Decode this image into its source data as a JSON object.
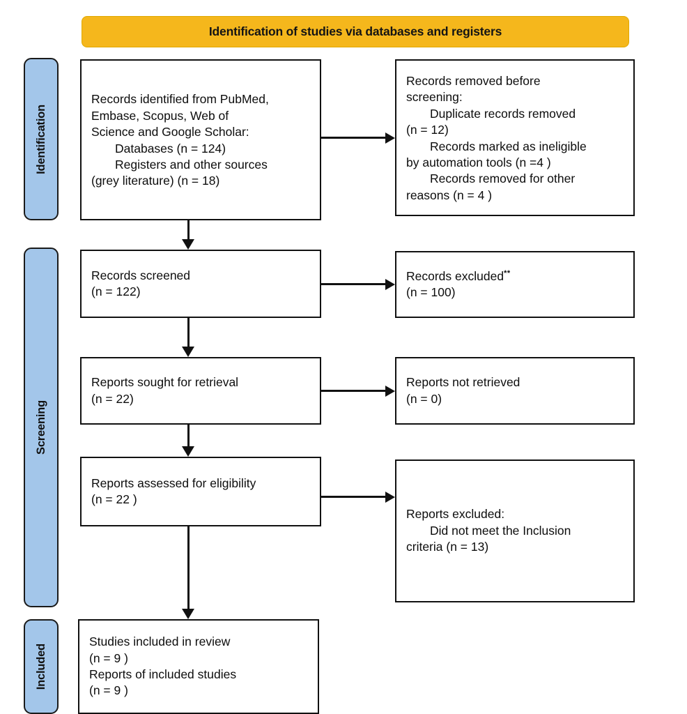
{
  "banner": {
    "title": "Identification of studies via databases and registers",
    "background_color": "#F5B71C",
    "text_color": "#141414"
  },
  "stages": {
    "background_color": "#A3C6EA",
    "identification": "Identification",
    "screening": "Screening",
    "included": "Included"
  },
  "boxes": {
    "identified": {
      "name": "records-identified",
      "lines": [
        "Records identified from PubMed,",
        "Embase, Scopus, Web of",
        "Science and Google Scholar:",
        "Databases (n = 124)",
        "Registers and other sources",
        "(grey literature) (n = 18)"
      ]
    },
    "removed": {
      "name": "records-removed-before-screening",
      "lead_plain": "Records removed ",
      "lead_italic": "before",
      "second_italic": "screening",
      "second_plain": ":",
      "lines": [
        "Duplicate records removed",
        "(n = 12)",
        "Records marked as ineligible",
        "by automation tools (n =4 )",
        "Records removed for other",
        "reasons (n = 4 )"
      ]
    },
    "screened": {
      "name": "records-screened",
      "lines": [
        "Records screened",
        "(n = 122)"
      ]
    },
    "excluded": {
      "name": "records-excluded",
      "label": "Records excluded",
      "superscript": "**",
      "count_line": "(n = 100)"
    },
    "sought": {
      "name": "reports-sought-for-retrieval",
      "lines": [
        "Reports sought for retrieval",
        "(n = 22)"
      ]
    },
    "not_retrieved": {
      "name": "reports-not-retrieved",
      "lines": [
        "Reports not retrieved",
        "(n = 0)"
      ]
    },
    "assessed": {
      "name": "reports-assessed-for-eligibility",
      "lines": [
        "Reports assessed for eligibility",
        "(n = 22 )"
      ]
    },
    "reports_excluded": {
      "name": "reports-excluded",
      "lines": [
        "Reports excluded:",
        "Did not meet the Inclusion",
        "criteria (n = 13)"
      ]
    },
    "included": {
      "name": "studies-included-in-review",
      "lines": [
        "Studies included in review",
        "(n = 9 )",
        "Reports of included studies",
        "(n = 9 )"
      ]
    }
  }
}
